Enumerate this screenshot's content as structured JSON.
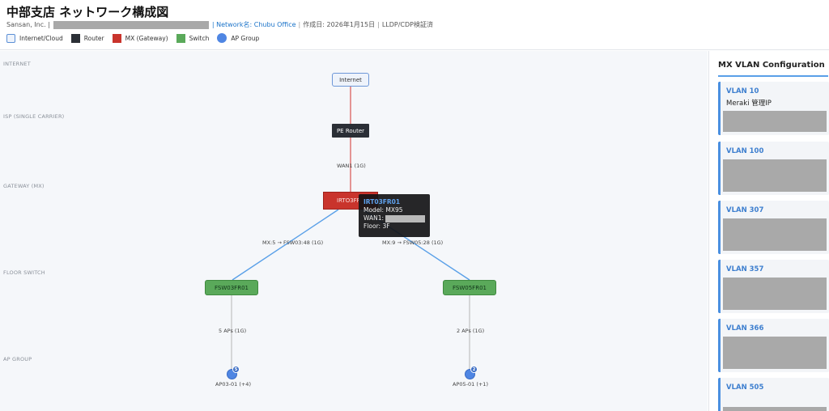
{
  "header": {
    "title": "中部支店 ネットワーク構成図",
    "company": "Sansan, Inc. |",
    "network": "| Network名: Chubu Office",
    "created": "作成日: 2026年1月15日",
    "verified": "LLDP/CDP検証済"
  },
  "legend": [
    {
      "label": "Internet/Cloud",
      "icon": "cloud-square"
    },
    {
      "label": "Router",
      "icon": "router-square"
    },
    {
      "label": "MX (Gateway)",
      "icon": "mx-square"
    },
    {
      "label": "Switch",
      "icon": "switch-square"
    },
    {
      "label": "AP Group",
      "icon": "ap-circle"
    }
  ],
  "tiers": {
    "internet": "INTERNET",
    "isp": "ISP (SINGLE CARRIER)",
    "gateway": "GATEWAY (MX)",
    "floor_switch": "FLOOR SWITCH",
    "ap_group": "AP GROUP"
  },
  "nodes": {
    "internet": "Internet",
    "pe_router": "PE Router",
    "mx": "IRTO3FR",
    "switch1": "FSW03FR01",
    "switch2": "FSW05FR01"
  },
  "edges": {
    "wan": "WAN1 (1G)",
    "mx_sw1": "MX:5 → FSW03:48 (1G)",
    "mx_sw2": "MX:9 → FSW05:28 (1G)",
    "sw1_ap": "5 APs (1G)",
    "sw2_ap": "2 APs (1G)"
  },
  "ap_groups": [
    {
      "label": "AP03-01 (+4)",
      "count": "5"
    },
    {
      "label": "AP05-01 (+1)",
      "count": "2"
    }
  ],
  "tooltip": {
    "title": "IRT03FR01",
    "model": "Model: MX95",
    "wan": "WAN1:",
    "floor": "Floor: 3F"
  },
  "panel": {
    "title": "MX VLAN Configuration",
    "vlans": [
      {
        "id": "VLAN 10",
        "name": "Meraki 管理IP"
      },
      {
        "id": "VLAN 100",
        "name": ""
      },
      {
        "id": "VLAN 307",
        "name": ""
      },
      {
        "id": "VLAN 357",
        "name": ""
      },
      {
        "id": "VLAN 366",
        "name": ""
      },
      {
        "id": "VLAN 505",
        "name": ""
      }
    ]
  },
  "colors": {
    "internet_link": "#d9534f",
    "lan_link": "#5aa0e8",
    "ap_link": "#b5b5b5",
    "mx": "#c9342c",
    "switch": "#5aa95a",
    "ap": "#4f86e3"
  }
}
